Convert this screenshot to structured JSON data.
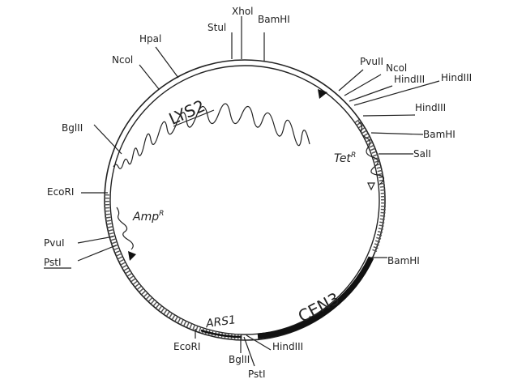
{
  "sites": {
    "stul": "Stul",
    "xhol": "Xhol",
    "bamhi_top": "BamHI",
    "hpal": "Hpal",
    "ncol_left": "Ncol",
    "pvuii": "PvuII",
    "ncol_right": "Ncol",
    "hindiii_a": "HindIII",
    "hindiii_b": "HindIII",
    "hindiii_c": "HindIII",
    "bamhi_right": "BamHI",
    "sall": "SalI",
    "bglii_left": "BglII",
    "ecori_left": "EcoRI",
    "pvul": "PvuI",
    "pstl_left": "PstI",
    "bamhi_lower": "BamHI",
    "ecori_bottom": "EcoRI",
    "bglii_bottom": "BglII",
    "hindiii_bottom": "HindIII",
    "pstl_bottom": "PstI"
  },
  "genes": {
    "lys2": "LYS2",
    "tet": "Tet",
    "tet_sup": "R",
    "amp": "Amp",
    "amp_sup": "R",
    "cen3": "CEN3",
    "ars1": "ARS1"
  }
}
